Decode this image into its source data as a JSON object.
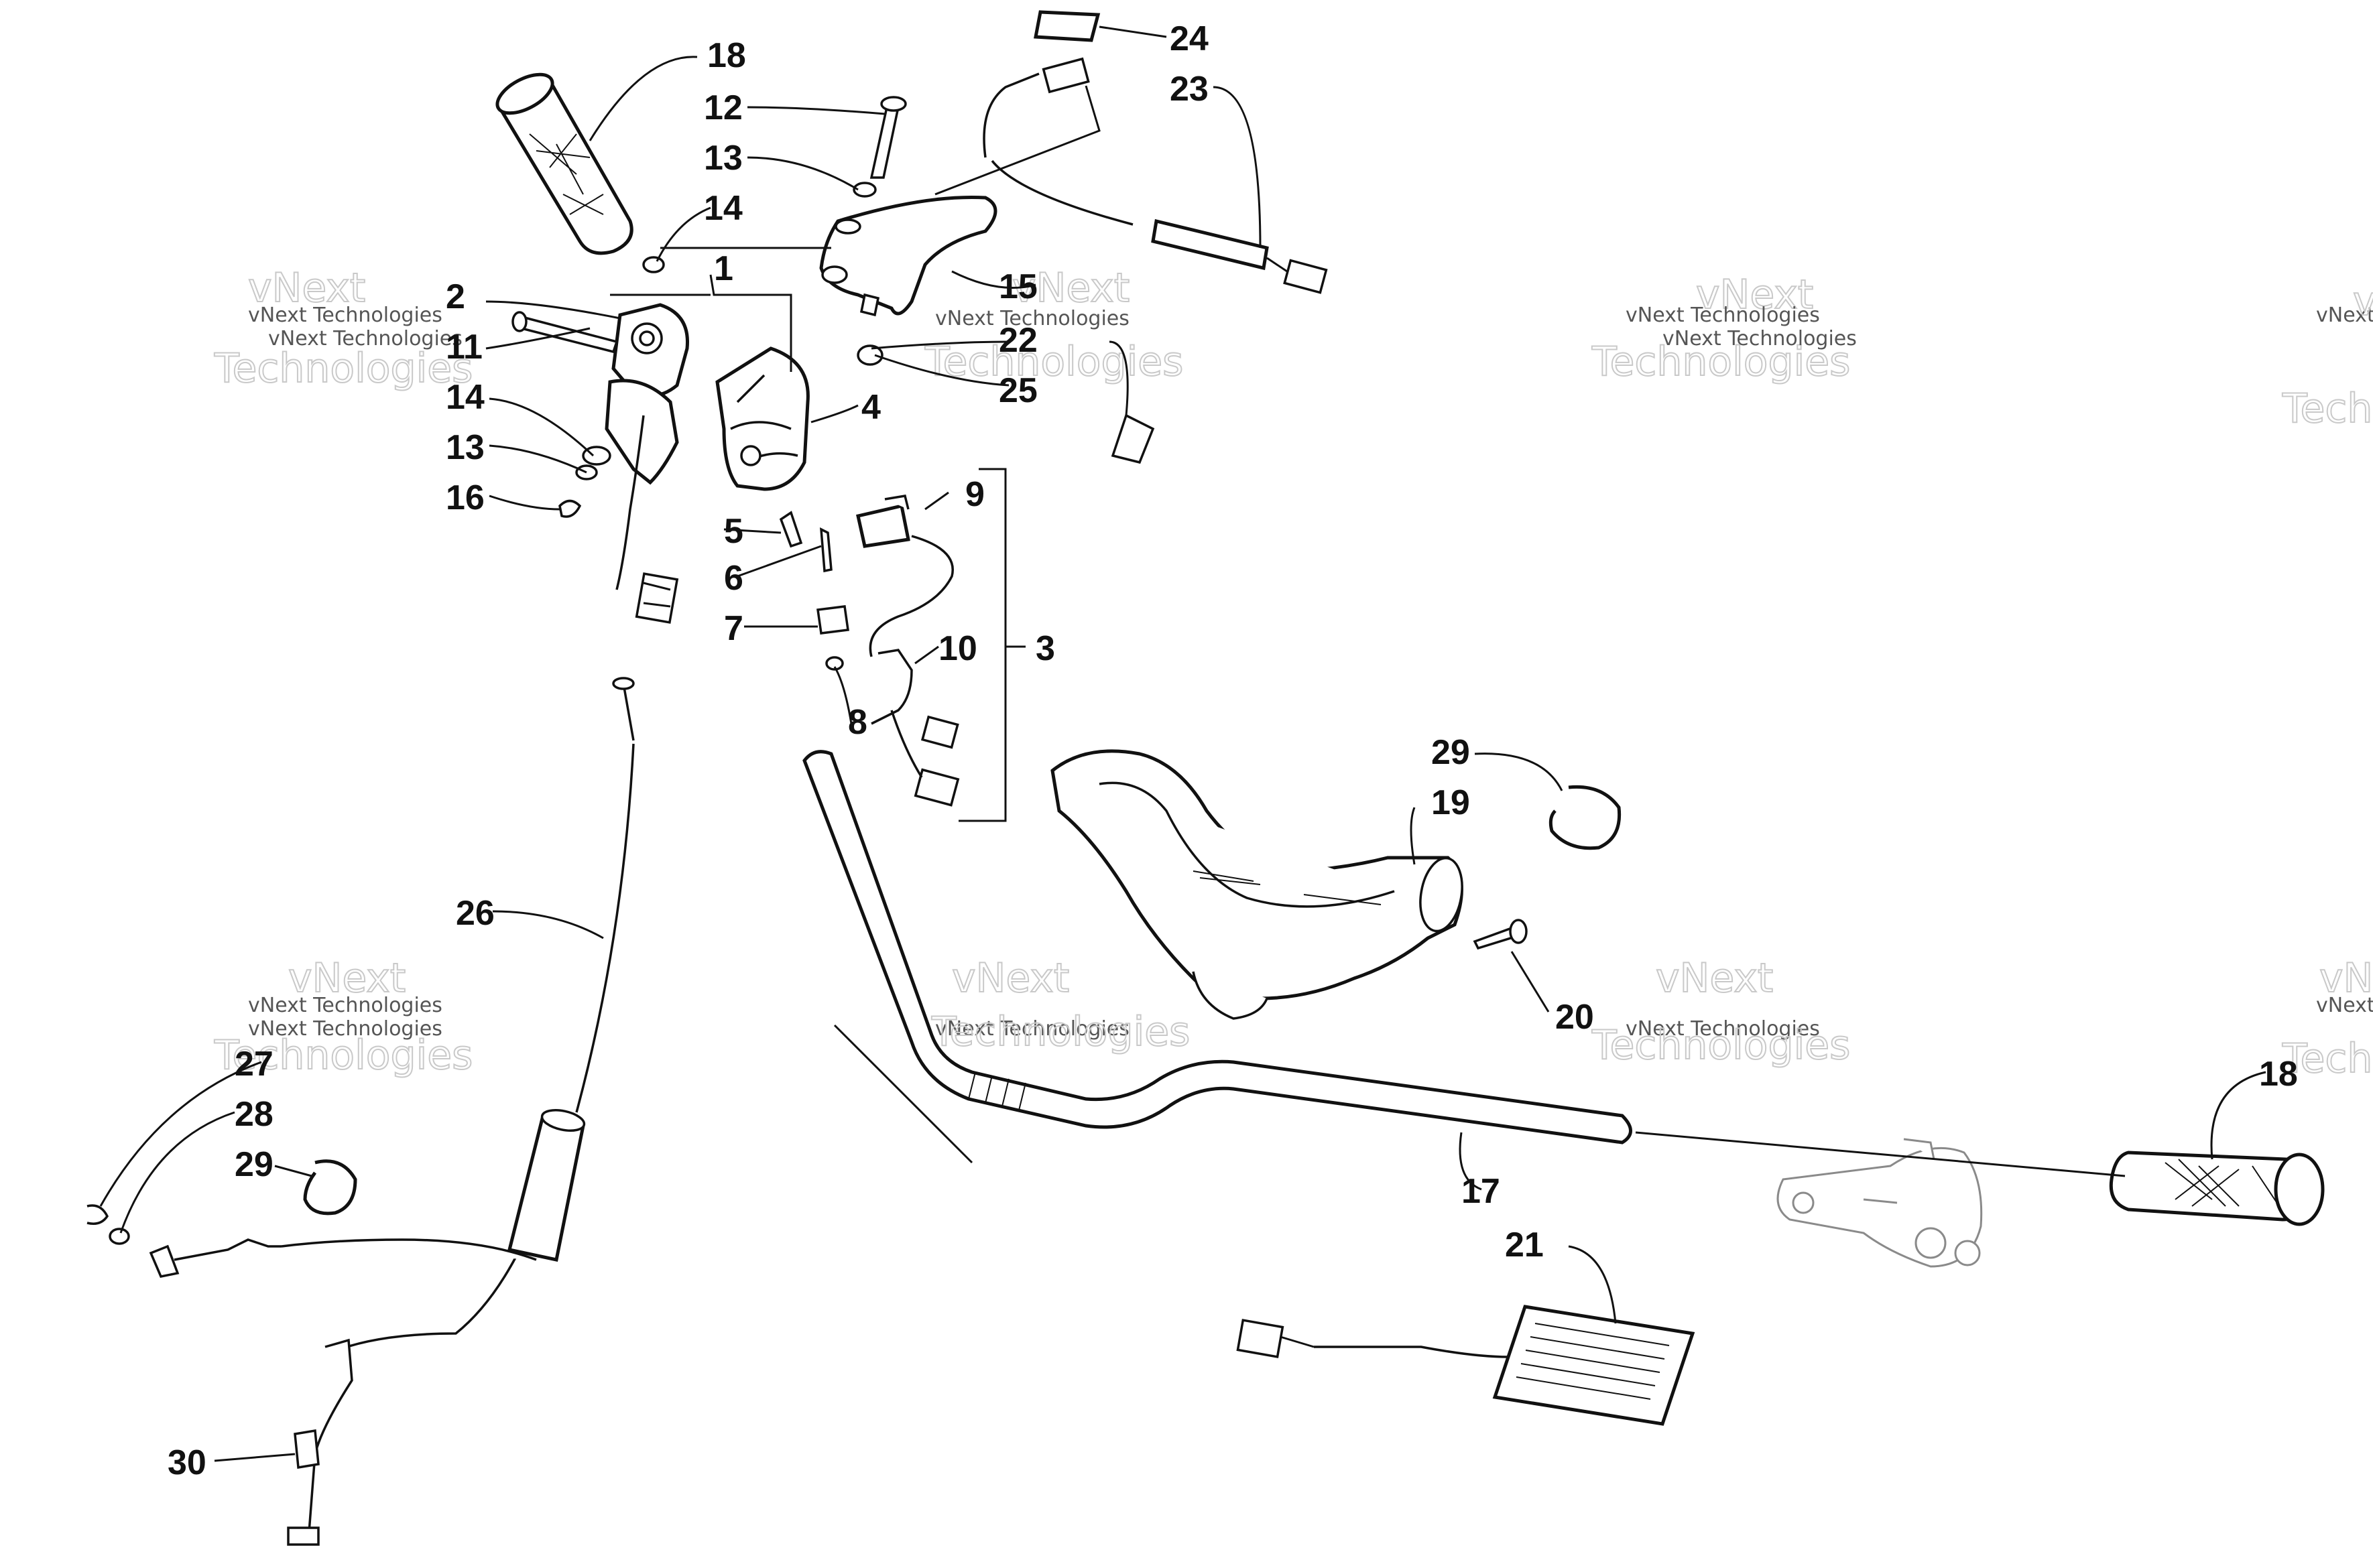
{
  "watermark": {
    "small_text": "vNext Technologies",
    "big_line1": "vNext",
    "big_line2": "Technologies"
  },
  "callouts": {
    "c1": "1",
    "c2": "2",
    "c3": "3",
    "c4": "4",
    "c5": "5",
    "c6": "6",
    "c7": "7",
    "c8": "8",
    "c9": "9",
    "c10": "10",
    "c11": "11",
    "c12": "12",
    "c13a": "13",
    "c13b": "13",
    "c14a": "14",
    "c14b": "14",
    "c15": "15",
    "c16": "16",
    "c17": "17",
    "c18a": "18",
    "c18b": "18",
    "c19": "19",
    "c20": "20",
    "c21": "21",
    "c22": "22",
    "c23": "23",
    "c24": "24",
    "c25": "25",
    "c26": "26",
    "c27": "27",
    "c28": "28",
    "c29a": "29",
    "c29b": "29",
    "c30": "30"
  }
}
